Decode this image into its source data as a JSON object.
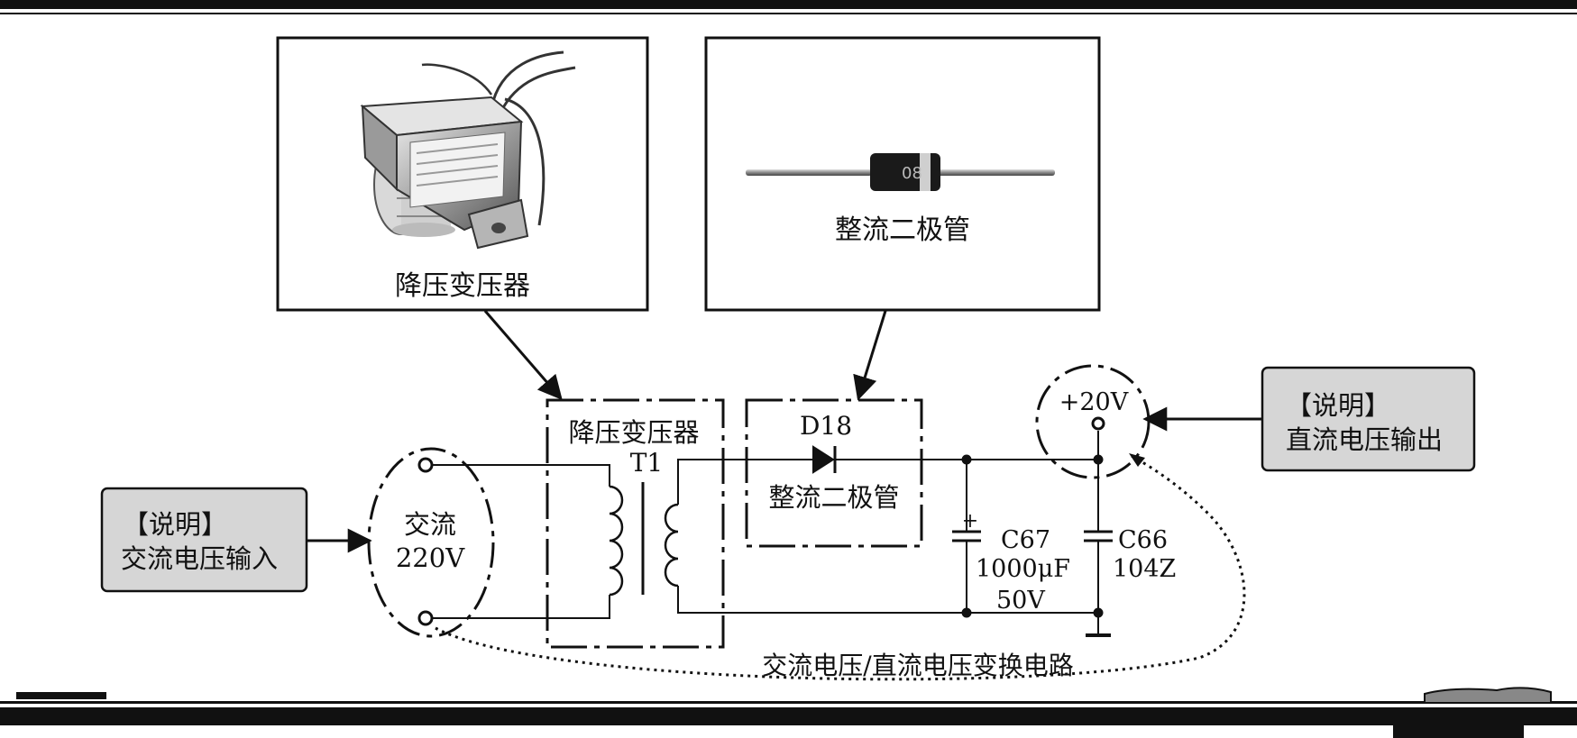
{
  "photos": {
    "transformer_caption": "降压变压器",
    "diode_caption": "整流二极管"
  },
  "notes": {
    "input_title": "【说明】",
    "input_text": "交流电压输入",
    "output_title": "【说明】",
    "output_text": "直流电压输出"
  },
  "circuit": {
    "ac_line1": "交流",
    "ac_line2": "220V",
    "transformer_name": "降压变压器",
    "transformer_ref": "T1",
    "diode_ref": "D18",
    "diode_name": "整流二极管",
    "c67_ref": "C67",
    "c67_value": "1000μF",
    "c67_voltage": "50V",
    "c66_ref": "C66",
    "c66_value": "104Z",
    "output_voltage": "+20V",
    "plus_sign": "+",
    "caption": "交流电压/直流电压变换电路"
  },
  "photo_texts": {
    "diode_marking": "08"
  },
  "colors": {
    "ink": "#111111",
    "note_fill": "#d6d6d6",
    "background": "#ffffff"
  }
}
